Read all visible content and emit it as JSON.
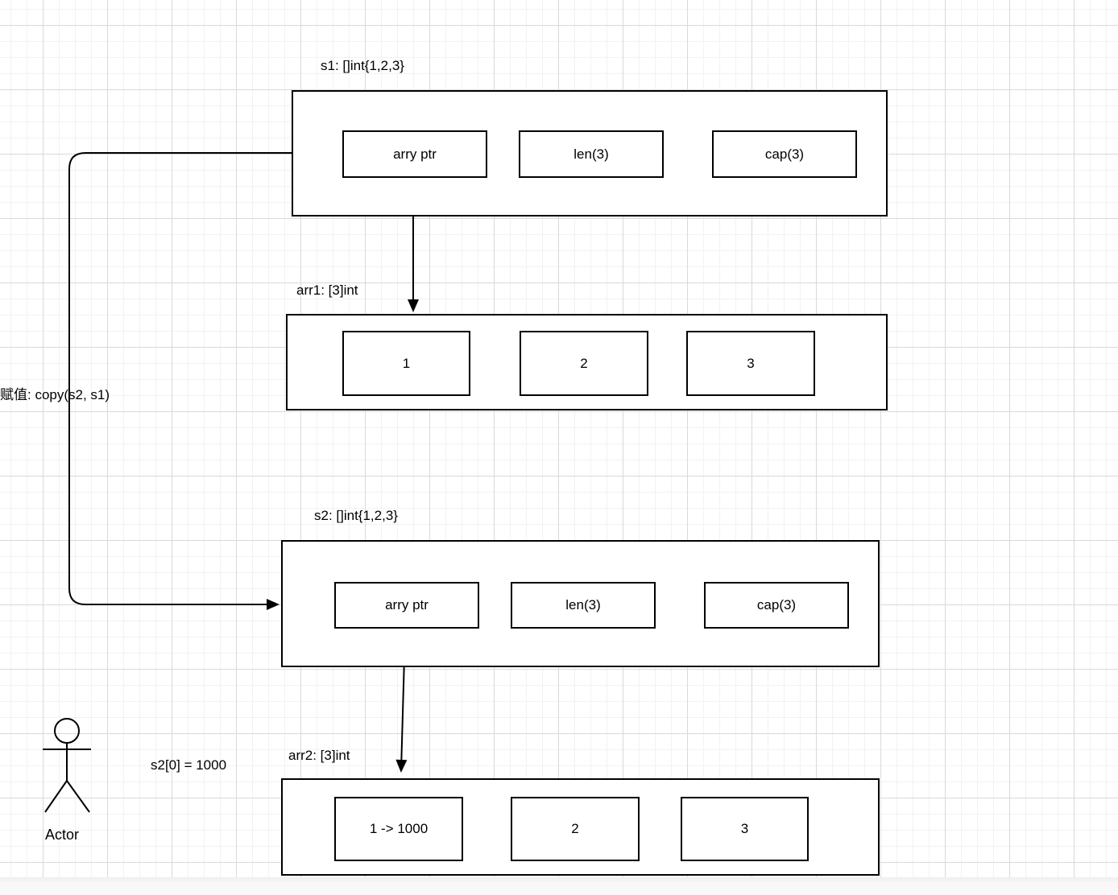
{
  "diagram": {
    "s1": {
      "label": "s1: []int{1,2,3}",
      "fields": [
        "arry ptr",
        "len(3)",
        "cap(3)"
      ]
    },
    "arr1": {
      "label": "arr1: [3]int",
      "cells": [
        "1",
        "2",
        "3"
      ]
    },
    "s2": {
      "label": "s2: []int{1,2,3}",
      "fields": [
        "arry ptr",
        "len(3)",
        "cap(3)"
      ]
    },
    "arr2": {
      "label": "arr2: [3]int",
      "cells": [
        "1 -> 1000",
        "2",
        "3"
      ]
    },
    "annotations": {
      "copy": "赋值: copy(s2, s1)",
      "assign": "s2[0] = 1000",
      "actor": "Actor"
    },
    "colors": {
      "stroke": "#000000",
      "grid_minor": "#f2f2f2",
      "grid_major": "#d9d9d9",
      "canvas": "#ffffff"
    }
  }
}
